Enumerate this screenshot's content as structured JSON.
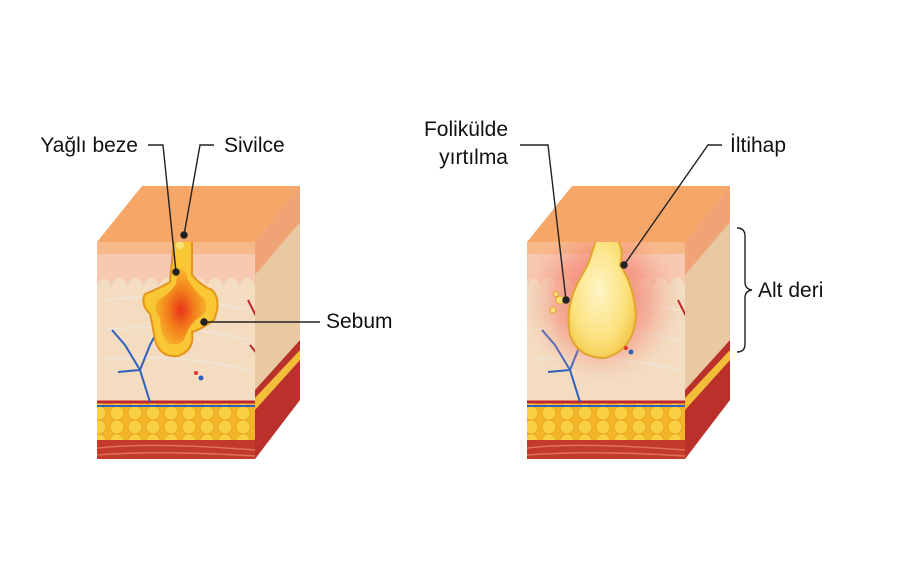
{
  "labels": {
    "sebaceous_gland": "Yağlı beze",
    "pimple": "Sivilce",
    "sebum": "Sebum",
    "follicle_rupture_line1": "Folikülde",
    "follicle_rupture_line2": "yırtılma",
    "inflammation": "İltihap",
    "subcutaneous": "Alt deri"
  },
  "colors": {
    "epidermis_top": "#f6a768",
    "epidermis_front": "#f7b98a",
    "dermis": "#f3dcc0",
    "papillary_layer": "#f7c9b0",
    "fat_globule": "#f8c733",
    "fat_outline": "#e6a91c",
    "muscle": "#c23a2a",
    "vessel_red": "#c0262a",
    "vessel_blue": "#2e5fbf",
    "sebum_inner": "#f39a1a",
    "sebum_core": "#e8331a",
    "cyst": "#fbe58a",
    "inflammation_glow": "#f26a5a"
  }
}
